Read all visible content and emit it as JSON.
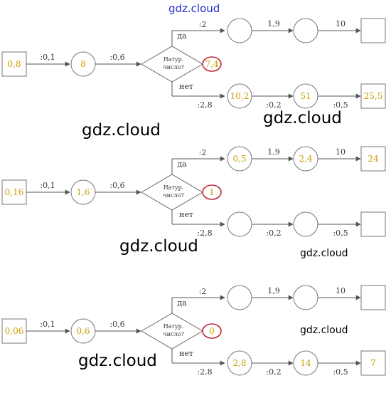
{
  "watermarks": {
    "top": "gdz.cloud",
    "d1_left": "gdz.cloud",
    "d1_right": "gdz.cloud",
    "d2_left": "gdz.cloud",
    "d2_right": "gdz.cloud",
    "d3_left": "gdz.cloud",
    "d3_right": "gdz.cloud"
  },
  "common": {
    "diamond_line1": "Натур.",
    "diamond_line2": "число?",
    "yes": "да",
    "no": "нет",
    "op_start": ":0,1",
    "op_second": ":0,6",
    "op_yes_first": ":2",
    "op_yes_second": "1,9",
    "op_yes_third": "10",
    "op_no_first": ":2,8",
    "op_no_second": ":0,2",
    "op_no_third": ":0,5"
  },
  "diagrams": [
    {
      "start": "0,8",
      "second": "8",
      "diamond_result": "7,4",
      "yes_c1": "",
      "yes_c2": "",
      "yes_end": "",
      "no_c1": "10,2",
      "no_c2": "51",
      "no_end": "25,5"
    },
    {
      "start": "0,16",
      "second": "1,6",
      "diamond_result": "1",
      "yes_c1": "0,5",
      "yes_c2": "2,4",
      "yes_end": "24",
      "no_c1": "",
      "no_c2": "",
      "no_end": ""
    },
    {
      "start": "0,06",
      "second": "0,6",
      "diamond_result": "0",
      "yes_c1": "",
      "yes_c2": "",
      "yes_end": "",
      "no_c1": "2,8",
      "no_c2": "14",
      "no_end": "7"
    }
  ],
  "colors": {
    "value": "#c9a000",
    "circle_highlight": "#c0283a",
    "line": "#555555"
  }
}
